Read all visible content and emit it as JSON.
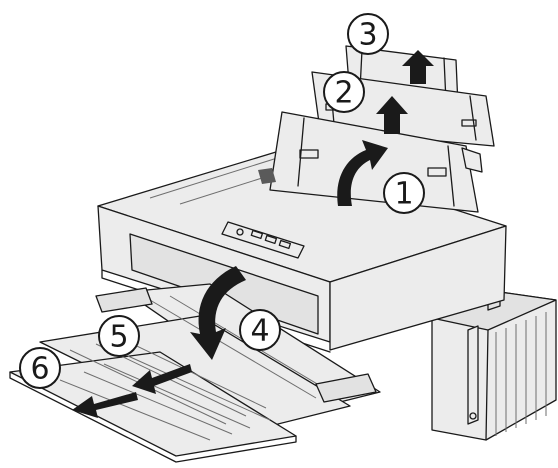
{
  "callouts": [
    {
      "id": "step-1",
      "label": "1"
    },
    {
      "id": "step-2",
      "label": "2"
    },
    {
      "id": "step-3",
      "label": "3"
    },
    {
      "id": "step-4",
      "label": "4"
    },
    {
      "id": "step-5",
      "label": "5"
    },
    {
      "id": "step-6",
      "label": "6"
    }
  ]
}
